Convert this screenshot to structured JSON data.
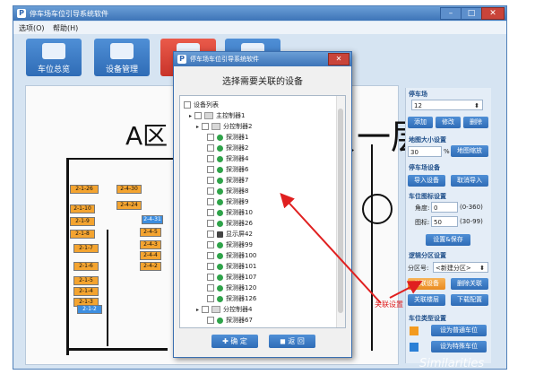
{
  "main_window": {
    "title": "停车场车位引导系统软件",
    "menu": [
      "选项(O)",
      "帮助(H)"
    ],
    "toolbar": [
      {
        "label": "车位总览",
        "icon": "car-icon"
      },
      {
        "label": "设备管理",
        "icon": "monitor-icon"
      },
      {
        "label": "",
        "icon": "map-icon"
      },
      {
        "label": "",
        "icon": "document-icon"
      }
    ]
  },
  "map": {
    "title_left": "A区",
    "title_right": "负一层",
    "lots": [
      {
        "label": "2-1-26",
        "color": "orange"
      },
      {
        "label": "2-1-10",
        "color": "orange"
      },
      {
        "label": "2-1-9",
        "color": "orange"
      },
      {
        "label": "2-1-8",
        "color": "orange"
      },
      {
        "label": "2-1-7",
        "color": "orange"
      },
      {
        "label": "2-1-6",
        "color": "orange"
      },
      {
        "label": "2-1-5",
        "color": "orange"
      },
      {
        "label": "2-1-4",
        "color": "orange"
      },
      {
        "label": "2-1-3",
        "color": "orange"
      },
      {
        "label": "2-1-2",
        "color": "blue"
      },
      {
        "label": "2-4-30",
        "color": "orange"
      },
      {
        "label": "2-4-24",
        "color": "orange"
      },
      {
        "label": "2-4-31",
        "color": "blue"
      },
      {
        "label": "2-4-5",
        "color": "orange"
      },
      {
        "label": "2-4-3",
        "color": "orange"
      },
      {
        "label": "2-4-4",
        "color": "orange"
      },
      {
        "label": "2-4-2",
        "color": "orange"
      }
    ]
  },
  "right_panel": {
    "parking_lot": {
      "label": "停车场",
      "value": "12",
      "buttons": [
        "添加",
        "修改",
        "删除"
      ]
    },
    "map_size": {
      "label": "地图大小设置",
      "value": "30",
      "unit": "%",
      "button": "地图缩放"
    },
    "parking_device": {
      "label": "停车场设备",
      "buttons": [
        "导入设备",
        "取消导入"
      ]
    },
    "icon_settings": {
      "label": "车位图标设置",
      "angle_label": "角度:",
      "angle_value": "0",
      "angle_range": "(0-360)",
      "size_label": "图标:",
      "size_value": "50",
      "size_range": "(30-99)",
      "button": "设置&保存"
    },
    "logic_area": {
      "label": "逻辑分区设置",
      "zone_label": "分区号:",
      "zone_value": "<新建分区>",
      "buttons": [
        "关联设备",
        "删除关联",
        "关联楼层",
        "下载配置"
      ]
    },
    "spot_type": {
      "label": "车位类型设置",
      "buttons": [
        "设为普通车位",
        "设为特殊车位"
      ],
      "colors": [
        "#f29a1f",
        "#2a7fd6"
      ]
    }
  },
  "dialog": {
    "title": "停车场车位引导系统软件",
    "heading": "选择需要关联的设备",
    "tree": [
      {
        "level": 0,
        "label": "设备列表",
        "kind": "root"
      },
      {
        "level": 1,
        "label": "主控制器1",
        "kind": "folder"
      },
      {
        "level": 2,
        "label": "分控制器2",
        "kind": "folder"
      },
      {
        "level": 3,
        "label": "探测器1",
        "kind": "detector"
      },
      {
        "level": 3,
        "label": "探测器2",
        "kind": "detector"
      },
      {
        "level": 3,
        "label": "探测器4",
        "kind": "detector"
      },
      {
        "level": 3,
        "label": "探测器6",
        "kind": "detector"
      },
      {
        "level": 3,
        "label": "探测器7",
        "kind": "detector"
      },
      {
        "level": 3,
        "label": "探测器8",
        "kind": "detector"
      },
      {
        "level": 3,
        "label": "探测器9",
        "kind": "detector"
      },
      {
        "level": 3,
        "label": "探测器10",
        "kind": "detector"
      },
      {
        "level": 3,
        "label": "探测器26",
        "kind": "detector"
      },
      {
        "level": 3,
        "label": "显示屏42",
        "kind": "display"
      },
      {
        "level": 3,
        "label": "探测器99",
        "kind": "detector"
      },
      {
        "level": 3,
        "label": "探测器100",
        "kind": "detector"
      },
      {
        "level": 3,
        "label": "探测器101",
        "kind": "detector"
      },
      {
        "level": 3,
        "label": "探测器107",
        "kind": "detector"
      },
      {
        "level": 3,
        "label": "探测器120",
        "kind": "detector"
      },
      {
        "level": 3,
        "label": "探测器126",
        "kind": "detector"
      },
      {
        "level": 2,
        "label": "分控制器4",
        "kind": "folder"
      },
      {
        "level": 3,
        "label": "探测器67",
        "kind": "detector"
      }
    ],
    "ok_label": "确 定",
    "back_label": "返 回"
  },
  "annotation": {
    "text": "关联设置",
    "color": "#e02020"
  },
  "watermark": "Similarities"
}
